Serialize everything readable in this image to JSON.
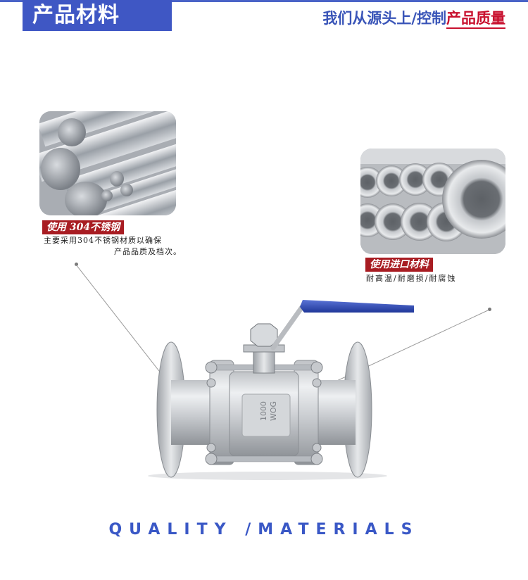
{
  "header": {
    "title": "产品材料",
    "tagline_part1": "我们从源头上/控制",
    "tagline_part2": "产品质量"
  },
  "feature_left": {
    "label": "使用 304不锈钢",
    "desc_line1": "主要采用304不锈钢材质以确保",
    "desc_line2": "产品品质及档次。"
  },
  "feature_right": {
    "label": "使用进口材料",
    "desc": "耐高温/耐磨损/耐腐蚀"
  },
  "valve_marking": {
    "line1": "1000",
    "line2": "WOG"
  },
  "footer": {
    "text": "QUALITY /MATERIALS"
  },
  "colors": {
    "brand_blue": "#3f57c4",
    "accent_red": "#a81c22",
    "handle_blue": "#2f49b5"
  }
}
